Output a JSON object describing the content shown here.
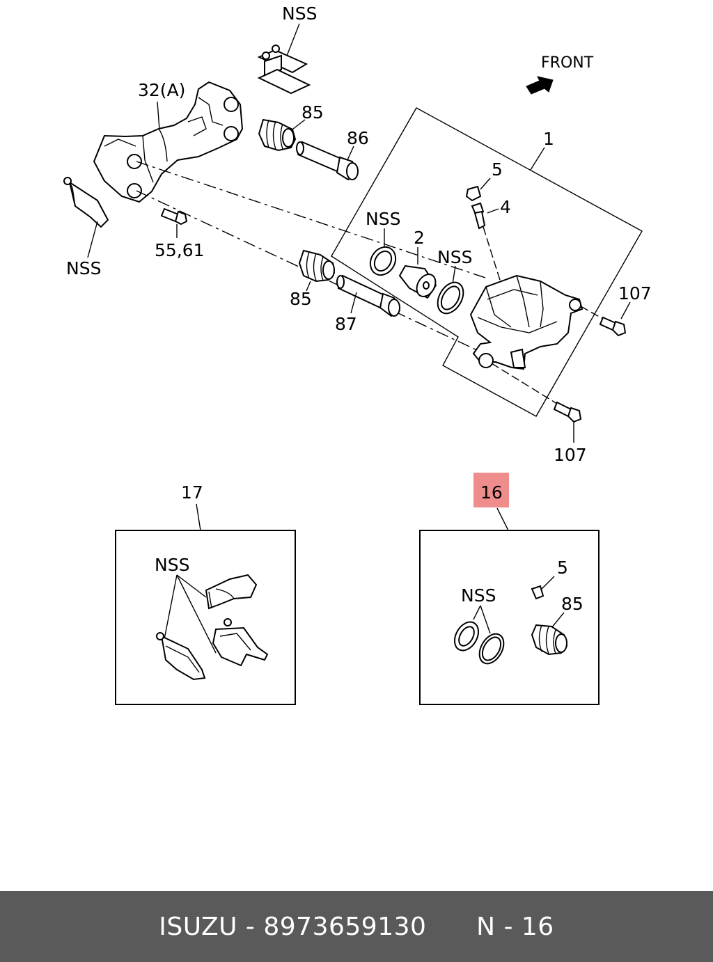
{
  "diagram": {
    "labels": {
      "nss_top": "NSS",
      "front": "FRONT",
      "bracket": "32(A)",
      "boot_upper": "85",
      "pin_upper": "86",
      "caliper_assembly": "1",
      "cap": "5",
      "bleeder": "4",
      "nss_left": "NSS",
      "bolt_bracket": "55,61",
      "nss_seal": "NSS",
      "piston": "2",
      "nss_ring": "NSS",
      "bolt_right": "107",
      "boot_lower": "85",
      "pin_lower": "87",
      "bolt_bottom": "107",
      "kit_pads": "17",
      "kit_pads_nss": "NSS",
      "kit_seal": "16",
      "kit_seal_cap": "5",
      "kit_seal_nss": "NSS",
      "kit_seal_boot": "85"
    },
    "highlight_color": "#ef8c8c"
  },
  "footer": {
    "brand": "ISUZU",
    "separator": " - ",
    "part_number": "8973659130",
    "page_ref": "N - 16"
  },
  "colors": {
    "footer_bg": "#5a5a5a",
    "footer_text": "#ffffff"
  }
}
